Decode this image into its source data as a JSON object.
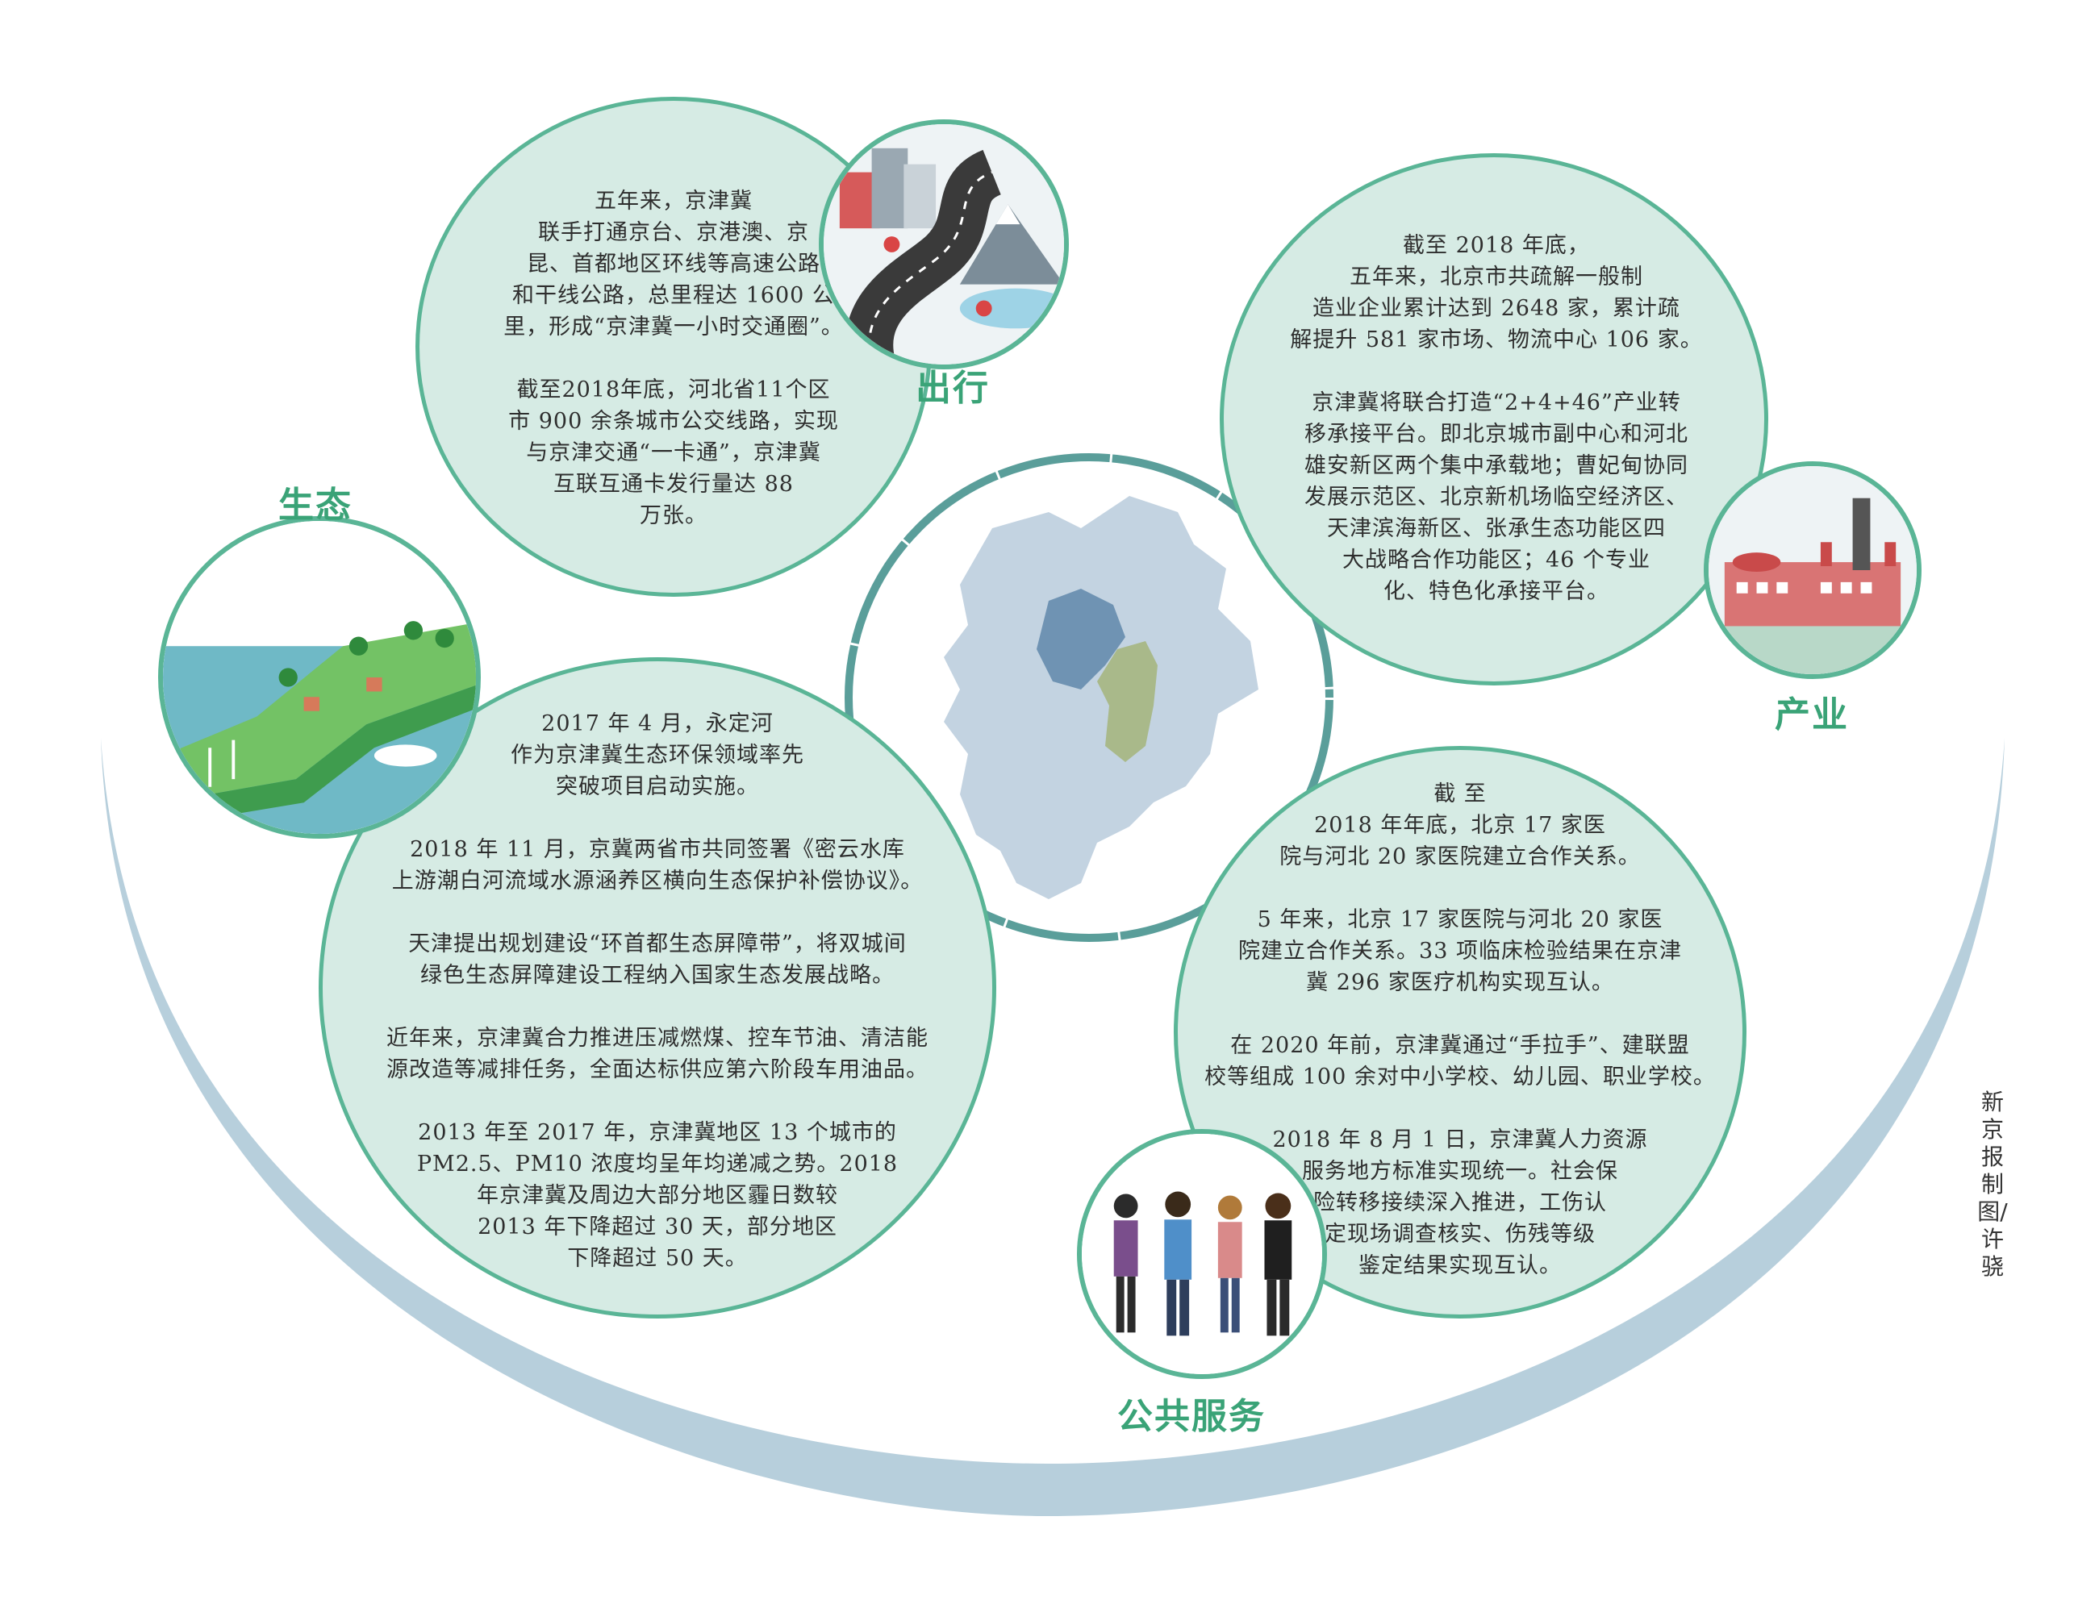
{
  "sections": {
    "travel": {
      "title": "出行",
      "text": "五年来，京津冀\n联手打通京台、京港澳、京\n昆、首都地区环线等高速公路\n和干线公路，总里程达 1600 公\n里，形成“京津冀一小时交通圈”。\n\n截至2018年底，河北省11个区\n市 900 余条城市公交线路，实现\n与京津交通“一卡通”，京津冀\n互联互通卡发行量达 88\n万张。"
    },
    "industry": {
      "title": "产业",
      "text": "截至 2018 年底，\n五年来，北京市共疏解一般制\n造业企业累计达到 2648 家，累计疏\n解提升 581 家市场、物流中心 106 家。\n\n京津冀将联合打造“2+4+46”产业转\n移承接平台。即北京城市副中心和河北\n雄安新区两个集中承载地；曹妃甸协同\n发展示范区、北京新机场临空经济区、\n天津滨海新区、张承生态功能区四\n大战略合作功能区；46 个专业\n化、特色化承接平台。"
    },
    "ecology": {
      "title": "生态",
      "text": "2017 年 4 月，永定河\n作为京津冀生态环保领域率先\n突破项目启动实施。\n\n2018 年 11 月，京冀两省市共同签署《密云水库\n上游潮白河流域水源涵养区横向生态保护补偿协议》。\n\n天津提出规划建设“环首都生态屏障带”，将双城间\n绿色生态屏障建设工程纳入国家生态发展战略。\n\n近年来，京津冀合力推进压减燃煤、控车节油、清洁能\n源改造等减排任务，全面达标供应第六阶段车用油品。\n\n2013 年至 2017 年，京津冀地区 13 个城市的\nPM2.5、PM10 浓度均呈年均递减之势。2018\n年京津冀及周边大部分地区霾日数较\n2013 年下降超过 30 天，部分地区\n下降超过 50 天。"
    },
    "public": {
      "title": "公共服务",
      "text": "截 至\n2018 年年底，北京 17 家医\n院与河北 20 家医院建立合作关系。\n\n5 年来，北京 17 家医院与河北 20 家医\n院建立合作关系。33 项临床检验结果在京津\n冀 296 家医疗机构实现互认。\n\n在 2020 年前，京津冀通过“手拉手”、建联盟\n校等组成 100 余对中小学校、幼儿园、职业学校。\n\n2018 年 8 月 1 日，京津冀人力资源\n服务地方标准实现统一。社会保\n险转移接续深入推进，工伤认\n定现场调查核实、伤残等级\n鉴定结果实现互认。"
    }
  },
  "credit": "新京报制图/许骁",
  "colors": {
    "bubble_fill": "#d6ebe4",
    "bubble_stroke": "#5ab596",
    "title_green": "#3aa377",
    "bowl_blue": "#b7cfdc",
    "map_hebei": "#c3d3e1",
    "map_beijing": "#6f93b3",
    "map_tianjin": "#a9b98a"
  },
  "icons": [
    "road-icon",
    "factory-icon",
    "landscape-icon",
    "people-icon",
    "map-icon"
  ]
}
